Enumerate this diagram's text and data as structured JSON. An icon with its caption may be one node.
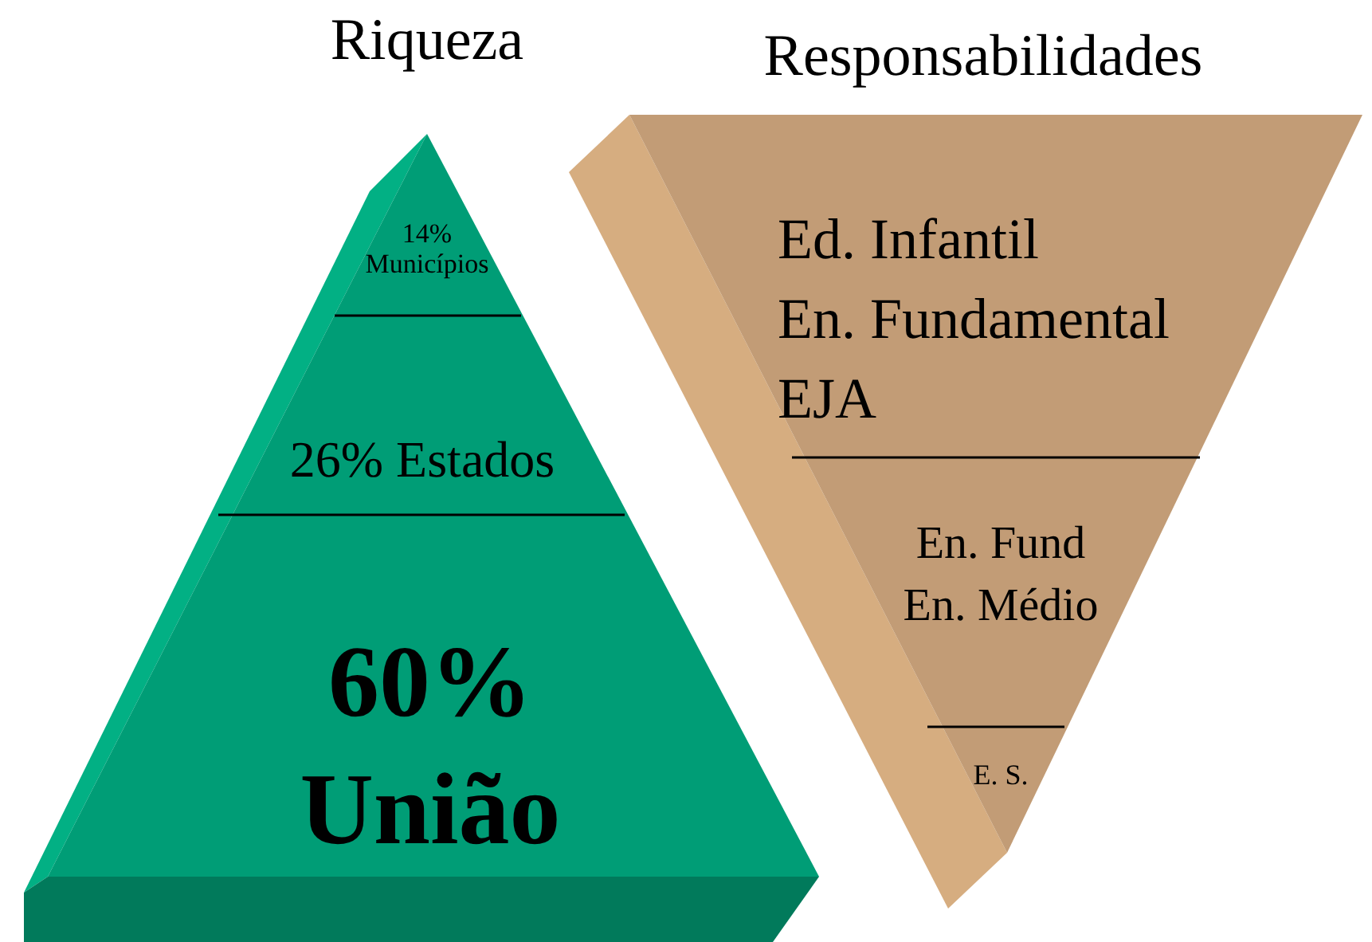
{
  "diagram": {
    "nodes": [
      {
        "text": [
          "Riqueza"
        ]
      },
      {
        "text": [
          "14%",
          "Municípios"
        ],
        "in": 0
      },
      {
        "text": [
          "26% Estados"
        ],
        "in": 0
      },
      {
        "text": [
          "60%",
          "União"
        ],
        "in": 0
      },
      {
        "text": [
          "Responsabilidades"
        ]
      },
      {
        "text": [
          "Ed. Infantil",
          "En. Fundamental",
          "EJA"
        ],
        "in": 4
      },
      {
        "text": [
          "En. Fund",
          "En. Médio"
        ],
        "in": 4
      },
      {
        "text": [
          "E. S."
        ],
        "in": 4
      }
    ]
  }
}
